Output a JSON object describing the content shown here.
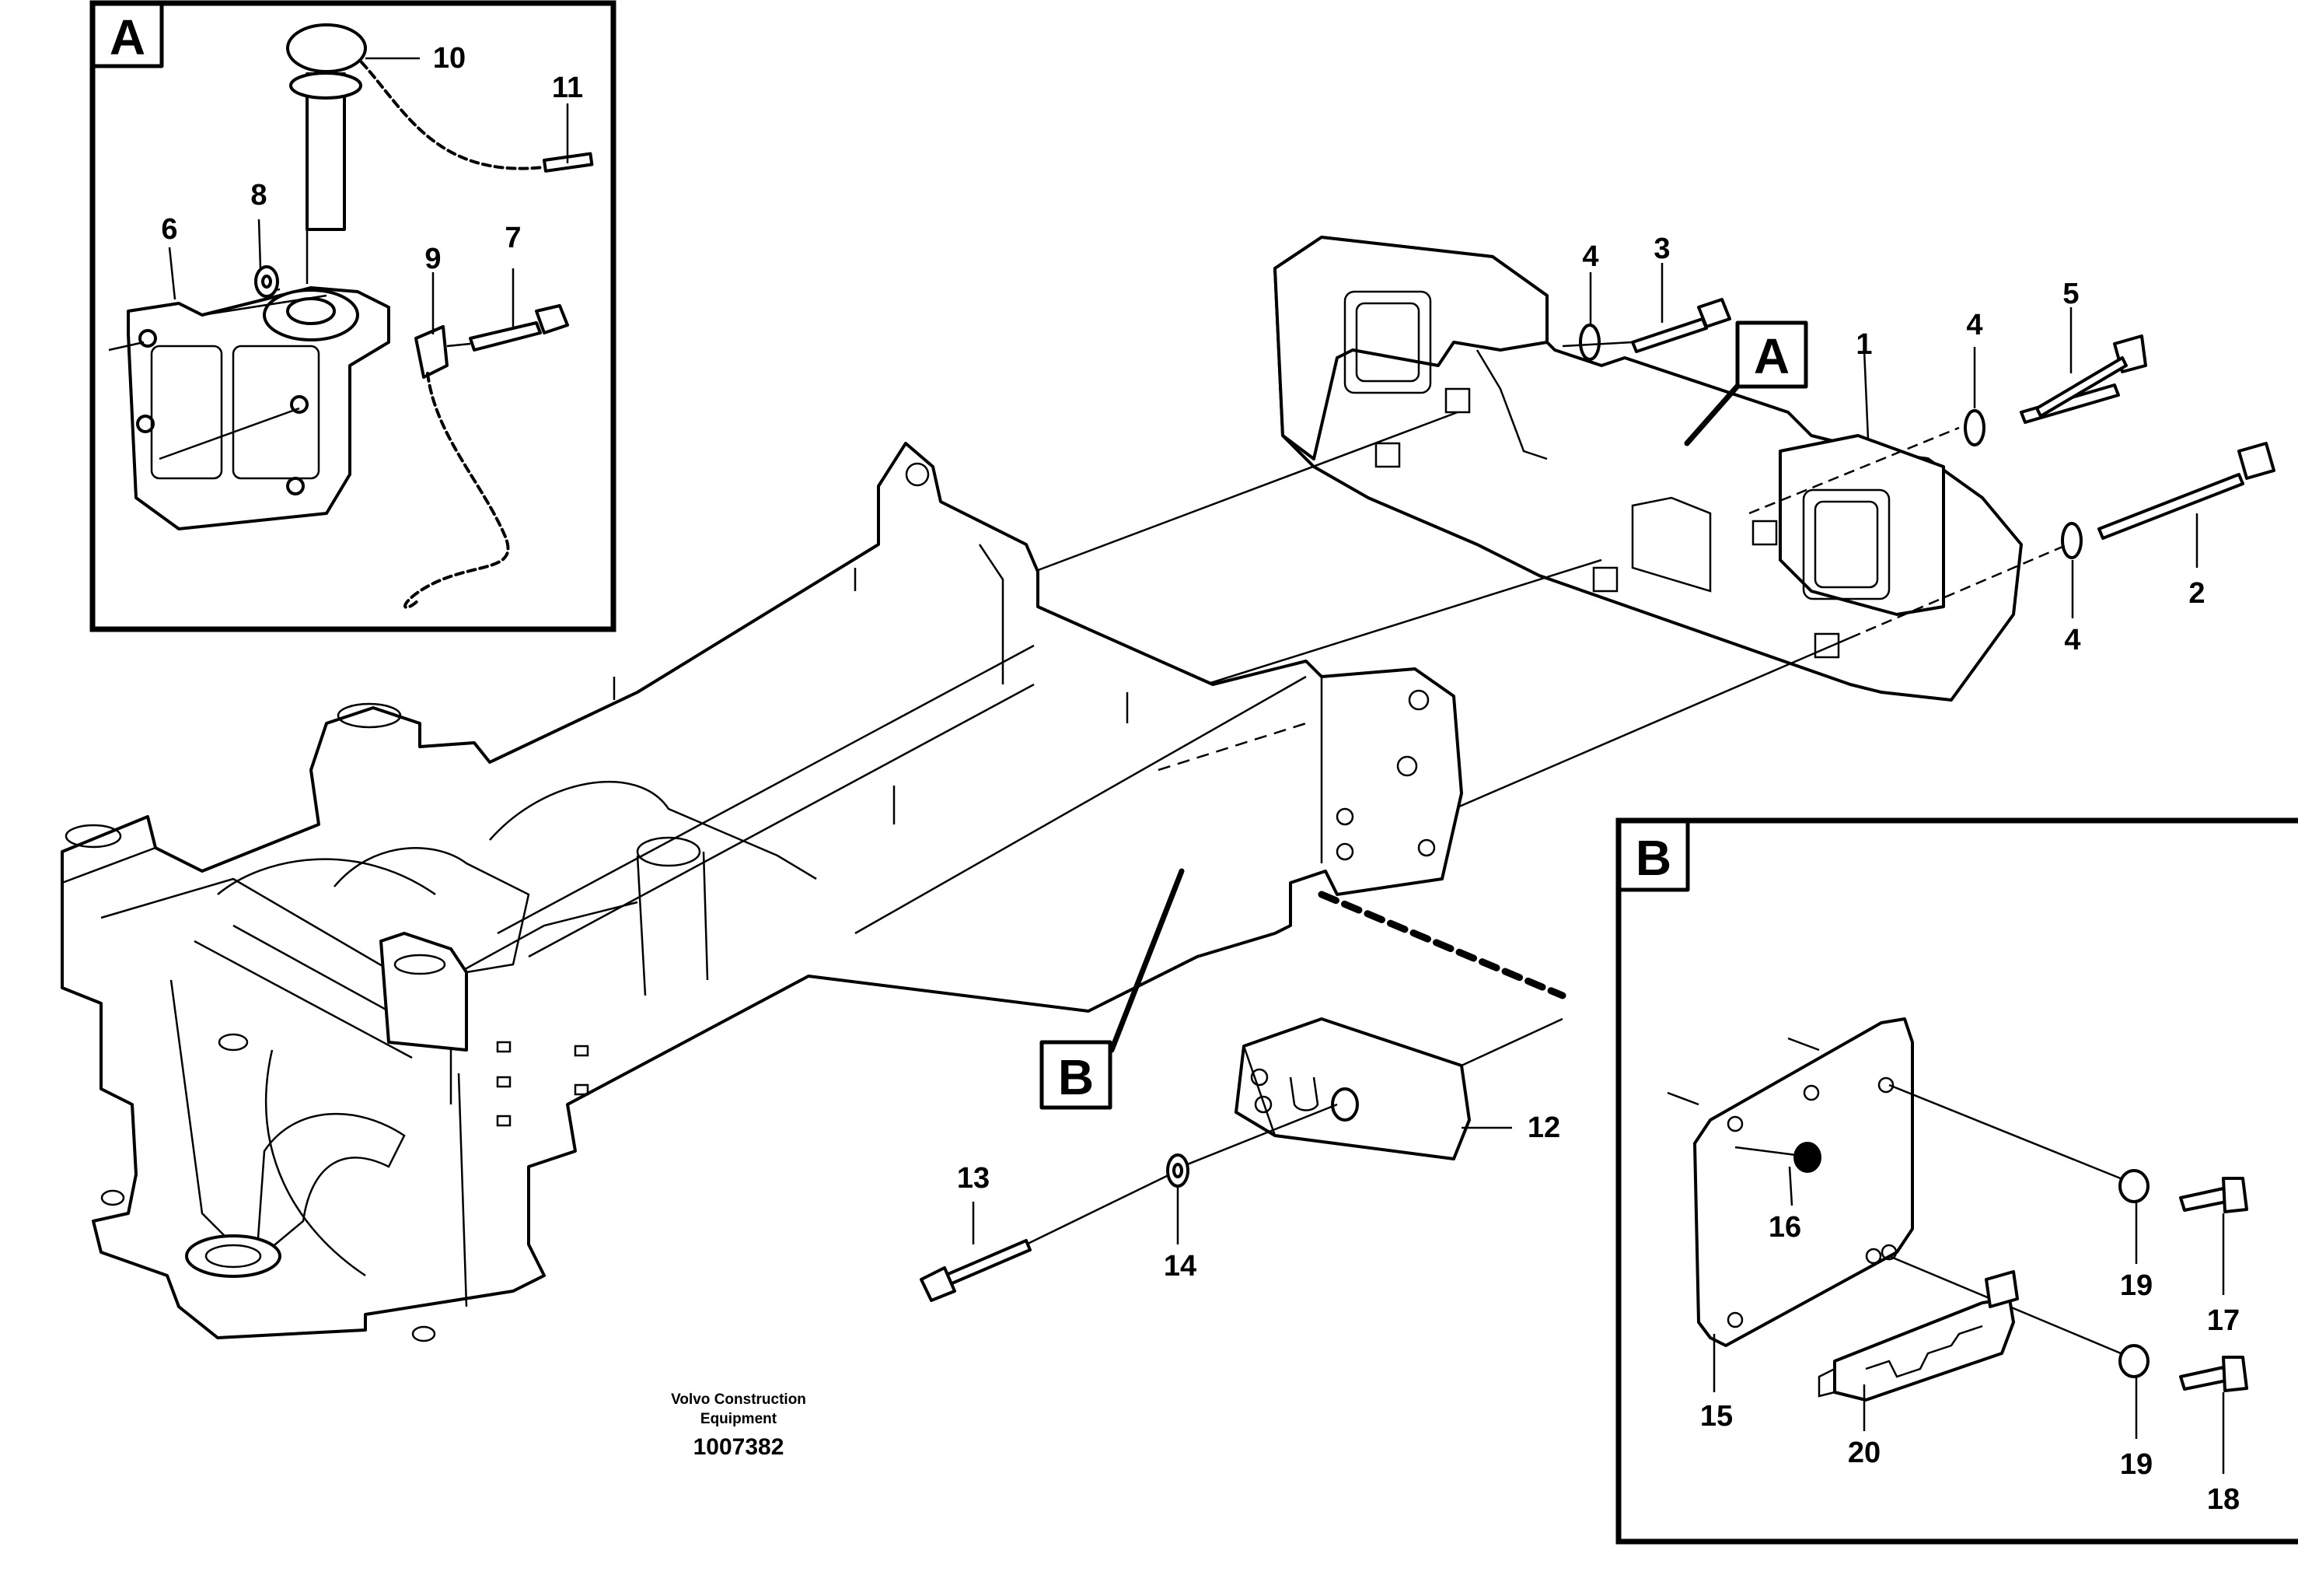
{
  "inset_a": {
    "badge": "A"
  },
  "inset_b": {
    "badge": "B"
  },
  "pointer_a": {
    "badge": "A"
  },
  "pointer_b": {
    "badge": "B"
  },
  "callouts": {
    "c1": "1",
    "c2": "2",
    "c3": "3",
    "c4a": "4",
    "c4b": "4",
    "c4c": "4",
    "c5": "5",
    "c6": "6",
    "c7": "7",
    "c8": "8",
    "c9": "9",
    "c10": "10",
    "c11": "11",
    "c12": "12",
    "c13": "13",
    "c14": "14",
    "c15": "15",
    "c16": "16",
    "c17": "17",
    "c18": "18",
    "c19a": "19",
    "c19b": "19",
    "c20": "20"
  },
  "caption": {
    "line1": "Volvo Construction",
    "line2": "Equipment",
    "number": "1007382"
  }
}
